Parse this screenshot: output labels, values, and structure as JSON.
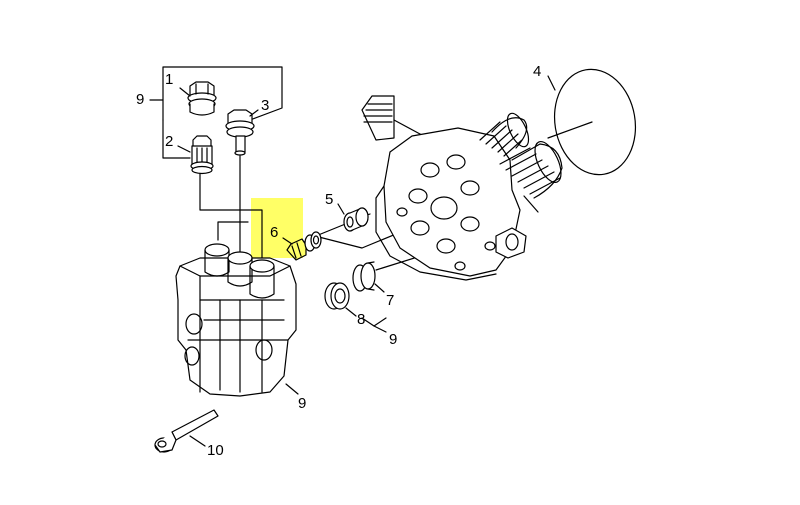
{
  "diagram": {
    "highlight_color": "#ffff66",
    "line_color": "#000000",
    "highlighted_part": "6",
    "callouts": [
      {
        "id": "c1",
        "label": "1"
      },
      {
        "id": "c2",
        "label": "2"
      },
      {
        "id": "c3",
        "label": "3"
      },
      {
        "id": "c4",
        "label": "4"
      },
      {
        "id": "c5",
        "label": "5"
      },
      {
        "id": "c6",
        "label": "6"
      },
      {
        "id": "c7",
        "label": "7"
      },
      {
        "id": "c8",
        "label": "8"
      },
      {
        "id": "c9a",
        "label": "9"
      },
      {
        "id": "c9b",
        "label": "9"
      },
      {
        "id": "c9c",
        "label": "9"
      },
      {
        "id": "c10",
        "label": "10"
      }
    ]
  }
}
